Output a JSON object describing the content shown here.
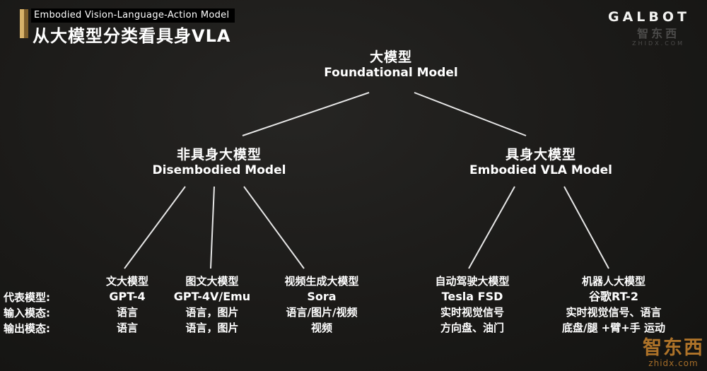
{
  "slide": {
    "kicker": "Embodied Vision-Language-Action Model",
    "title": "从大模型分类看具身VLA",
    "logo": "GALBOT"
  },
  "tree": {
    "root": {
      "cn": "大模型",
      "en": "Foundational Model"
    },
    "branches": [
      {
        "cn": "非具身大模型",
        "en": "Disembodied Model"
      },
      {
        "cn": "具身大模型",
        "en": "Embodied VLA Model"
      }
    ]
  },
  "row_labels": [
    "代表模型:",
    "输入模态:",
    "输出模态:"
  ],
  "leaves": [
    {
      "title": "文大模型",
      "model": "GPT-4",
      "input": "语言",
      "output": "语言"
    },
    {
      "title": "图文大模型",
      "model": "GPT-4V/Emu",
      "input": "语言，图片",
      "output": "语言，图片"
    },
    {
      "title": "视频生成大模型",
      "model": "Sora",
      "input": "语言/图片/视频",
      "output": "视频"
    },
    {
      "title": "自动驾驶大模型",
      "model": "Tesla FSD",
      "input": "实时视觉信号",
      "output": "方向盘、油门"
    },
    {
      "title": "机器人大模型",
      "model": "谷歌RT-2",
      "input": "实时视觉信号、语言",
      "output": "底盘/腿 +臂+手 运动"
    }
  ],
  "watermark": {
    "top_cn": "智东西",
    "top_en": "ZHIDX.COM",
    "bottom_cn": "智东西",
    "bottom_en": "zhidx.com"
  }
}
